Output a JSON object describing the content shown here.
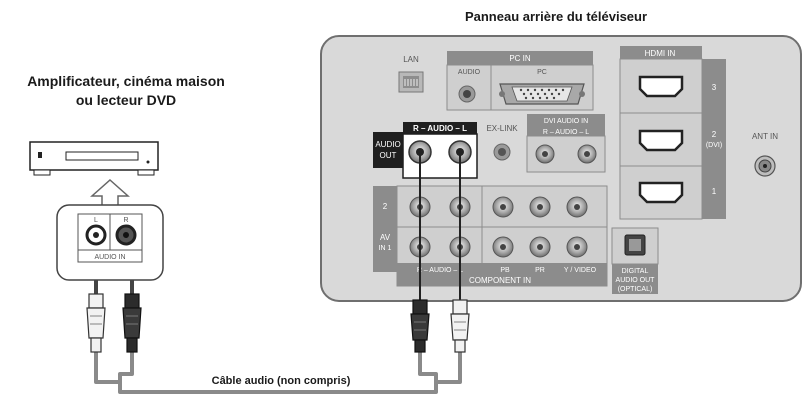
{
  "tv_panel": {
    "title": "Panneau arrière du téléviseur",
    "lan": "LAN",
    "pc_in": "PC IN",
    "audio": "AUDIO",
    "pc": "PC",
    "hdmi_in": "HDMI IN",
    "hdmi_3": "3",
    "hdmi_2": "2",
    "hdmi_2_dvi": "(DVI)",
    "hdmi_1": "1",
    "ant_in": "ANT IN",
    "audio_out_1": "AUDIO",
    "audio_out_2": "OUT",
    "audio_out_label": "R – AUDIO – L",
    "ex_link": "EX-LINK",
    "dvi_audio_in": "DVI AUDIO IN",
    "dvi_audio_label": "R – AUDIO – L",
    "av_in_1": "AV",
    "av_in_2": "IN 1",
    "row_2": "2",
    "row_1": "1",
    "bottom_audio": "R – AUDIO – L",
    "pb": "PB",
    "pr": "PR",
    "y_video": "Y / VIDEO",
    "component_in": "COMPONENT IN",
    "digital_1": "DIGITAL",
    "digital_2": "AUDIO OUT",
    "digital_3": "(OPTICAL)"
  },
  "device": {
    "title_line1": "Amplificateur, cinéma maison",
    "title_line2": "ou lecteur DVD",
    "port_l": "L",
    "port_r": "R",
    "audio_in": "AUDIO IN"
  },
  "cable": {
    "label": "Câble audio (non compris)"
  },
  "colors": {
    "panel_bg": "#d9d9d9",
    "panel_border": "#7a7a7a",
    "cable": "#8a8a8a",
    "red_plug": "#2b2b2b",
    "white_plug": "#f2f2f2"
  }
}
